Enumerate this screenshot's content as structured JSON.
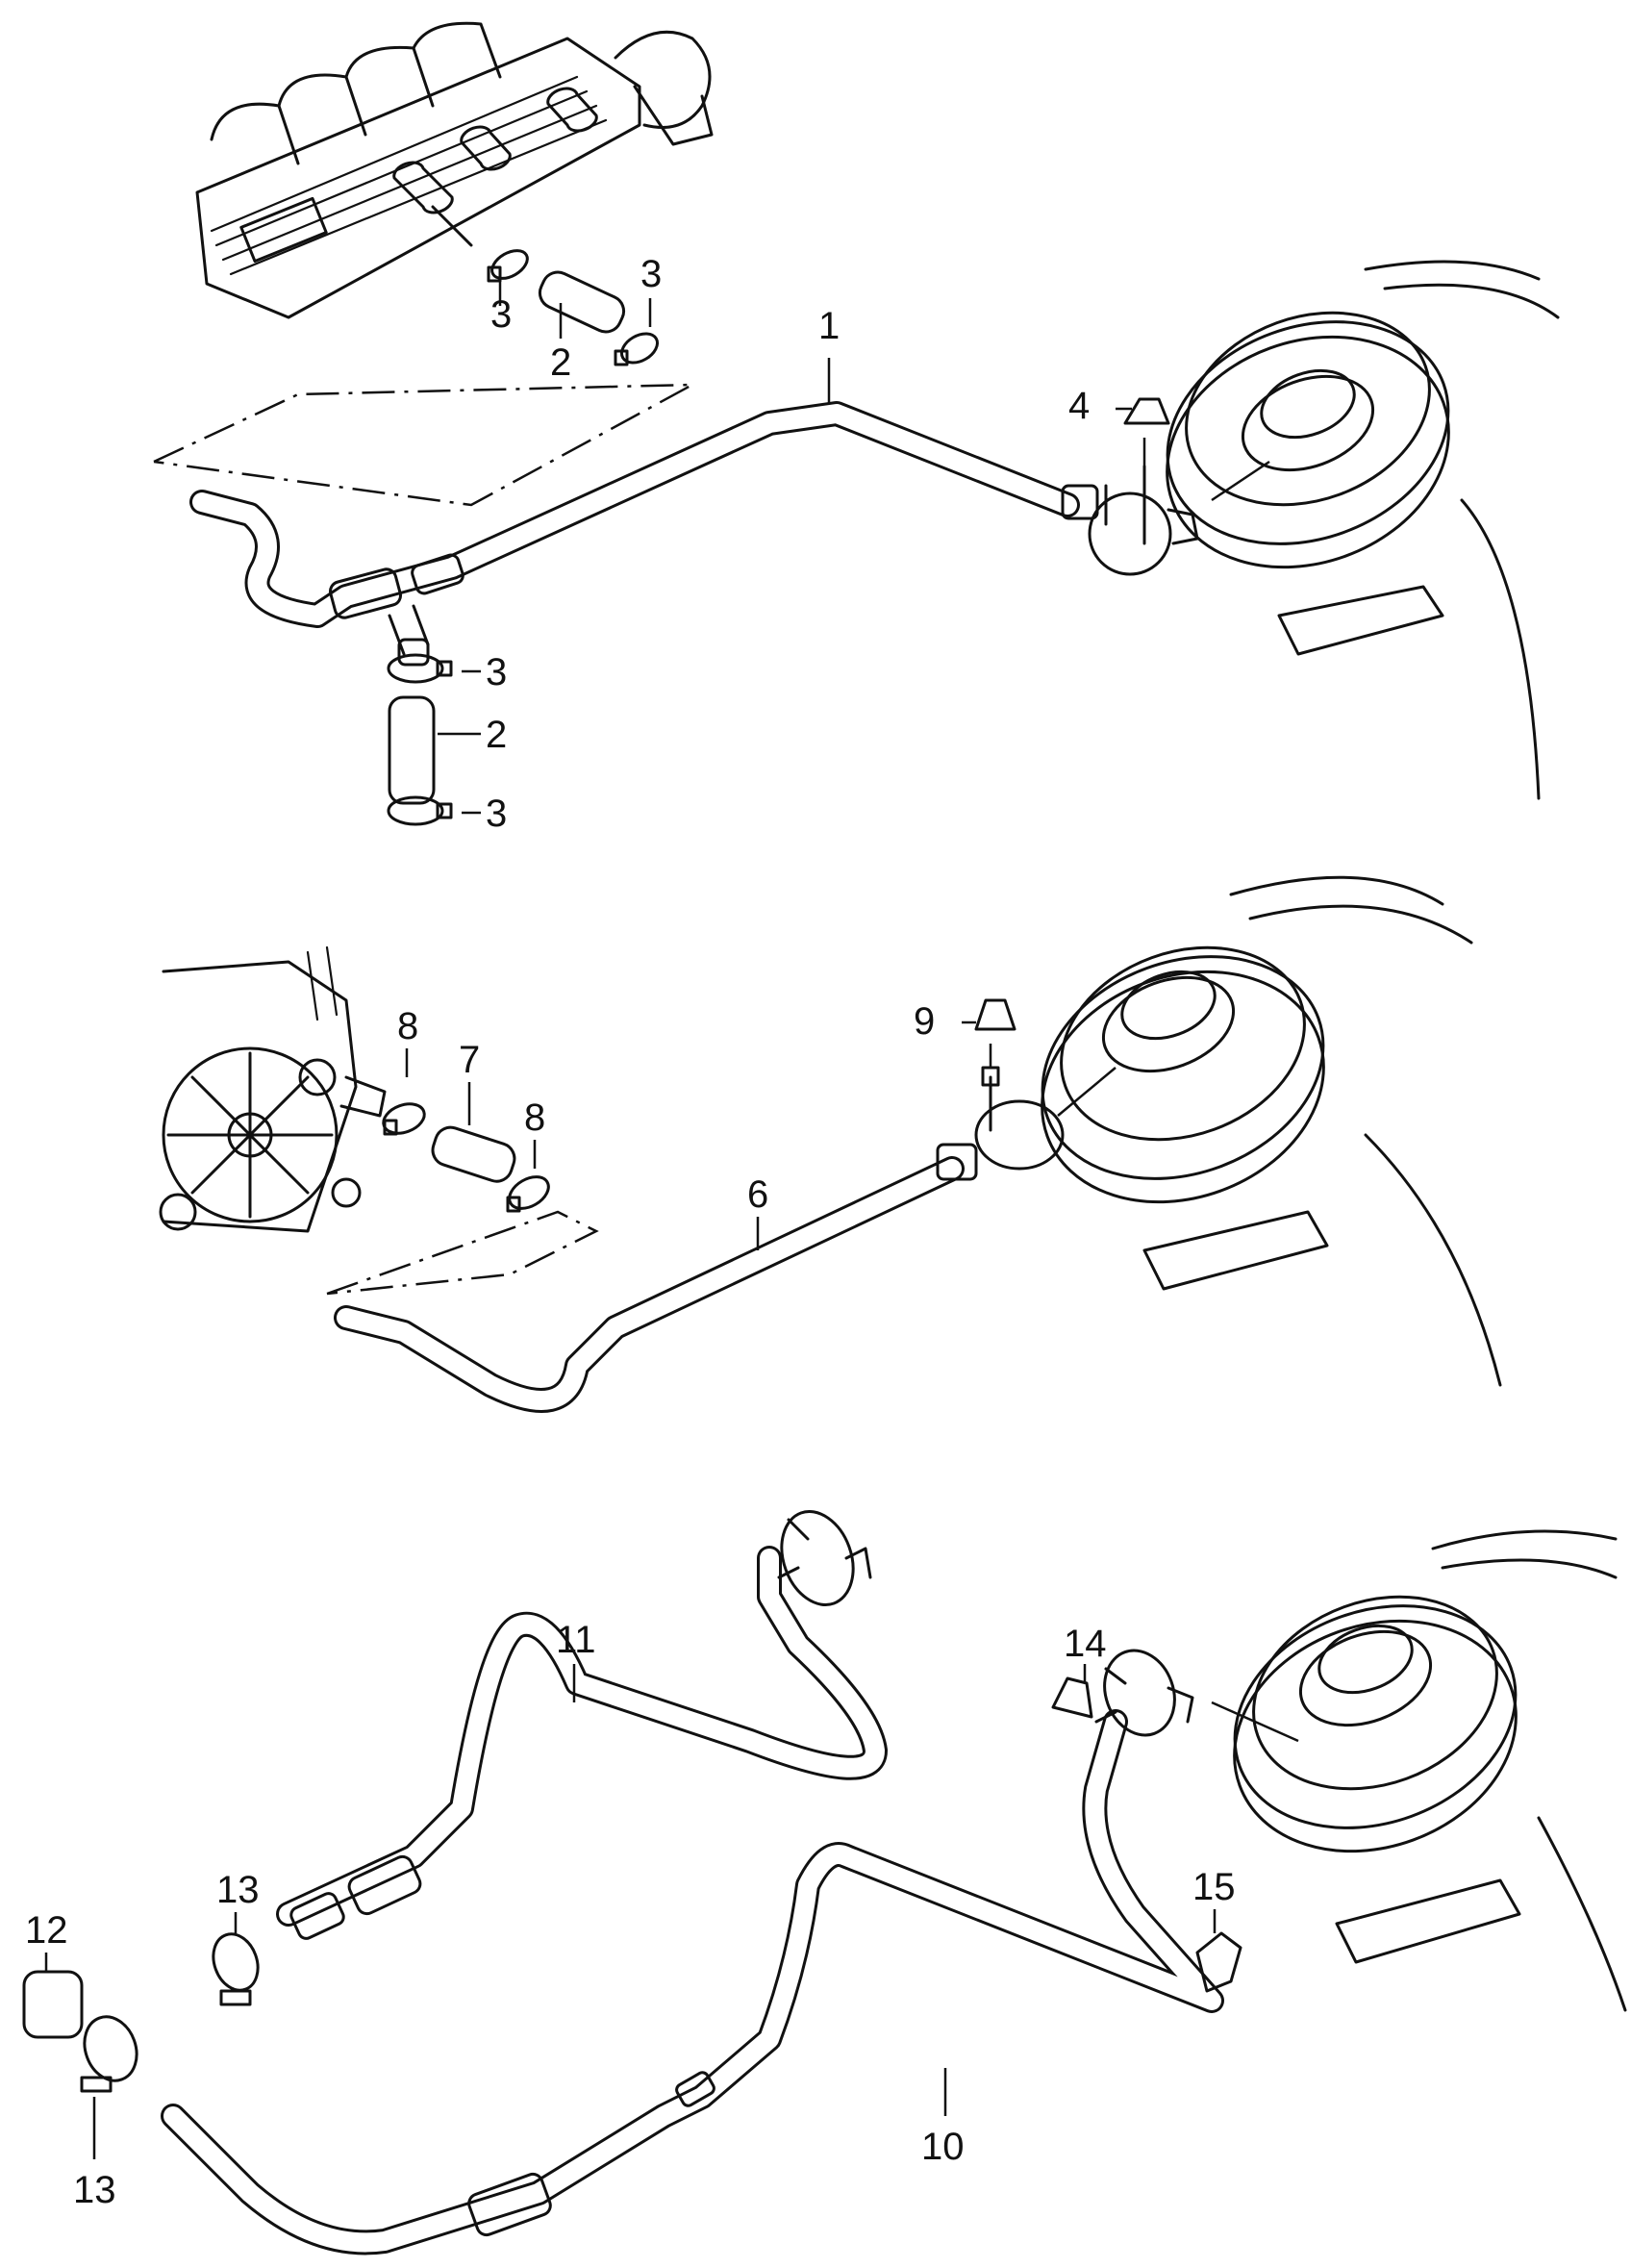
{
  "callouts": {
    "p1": "1",
    "p2_top": "2",
    "p2_mid": "2",
    "p3_a": "3",
    "p3_b": "3",
    "p3_c": "3",
    "p3_d": "3",
    "p4": "4",
    "p6": "6",
    "p7": "7",
    "p8_a": "8",
    "p8_b": "8",
    "p9": "9",
    "p10": "10",
    "p11": "11",
    "p12": "12",
    "p13_a": "13",
    "p13_b": "13",
    "p14": "14",
    "p15": "15"
  },
  "icons": {
    "engine": "engine-manifold-icon",
    "booster": "brake-booster-icon",
    "valve": "check-valve-icon",
    "clamp": "hose-clamp-icon",
    "sleeve": "hose-sleeve-icon"
  }
}
